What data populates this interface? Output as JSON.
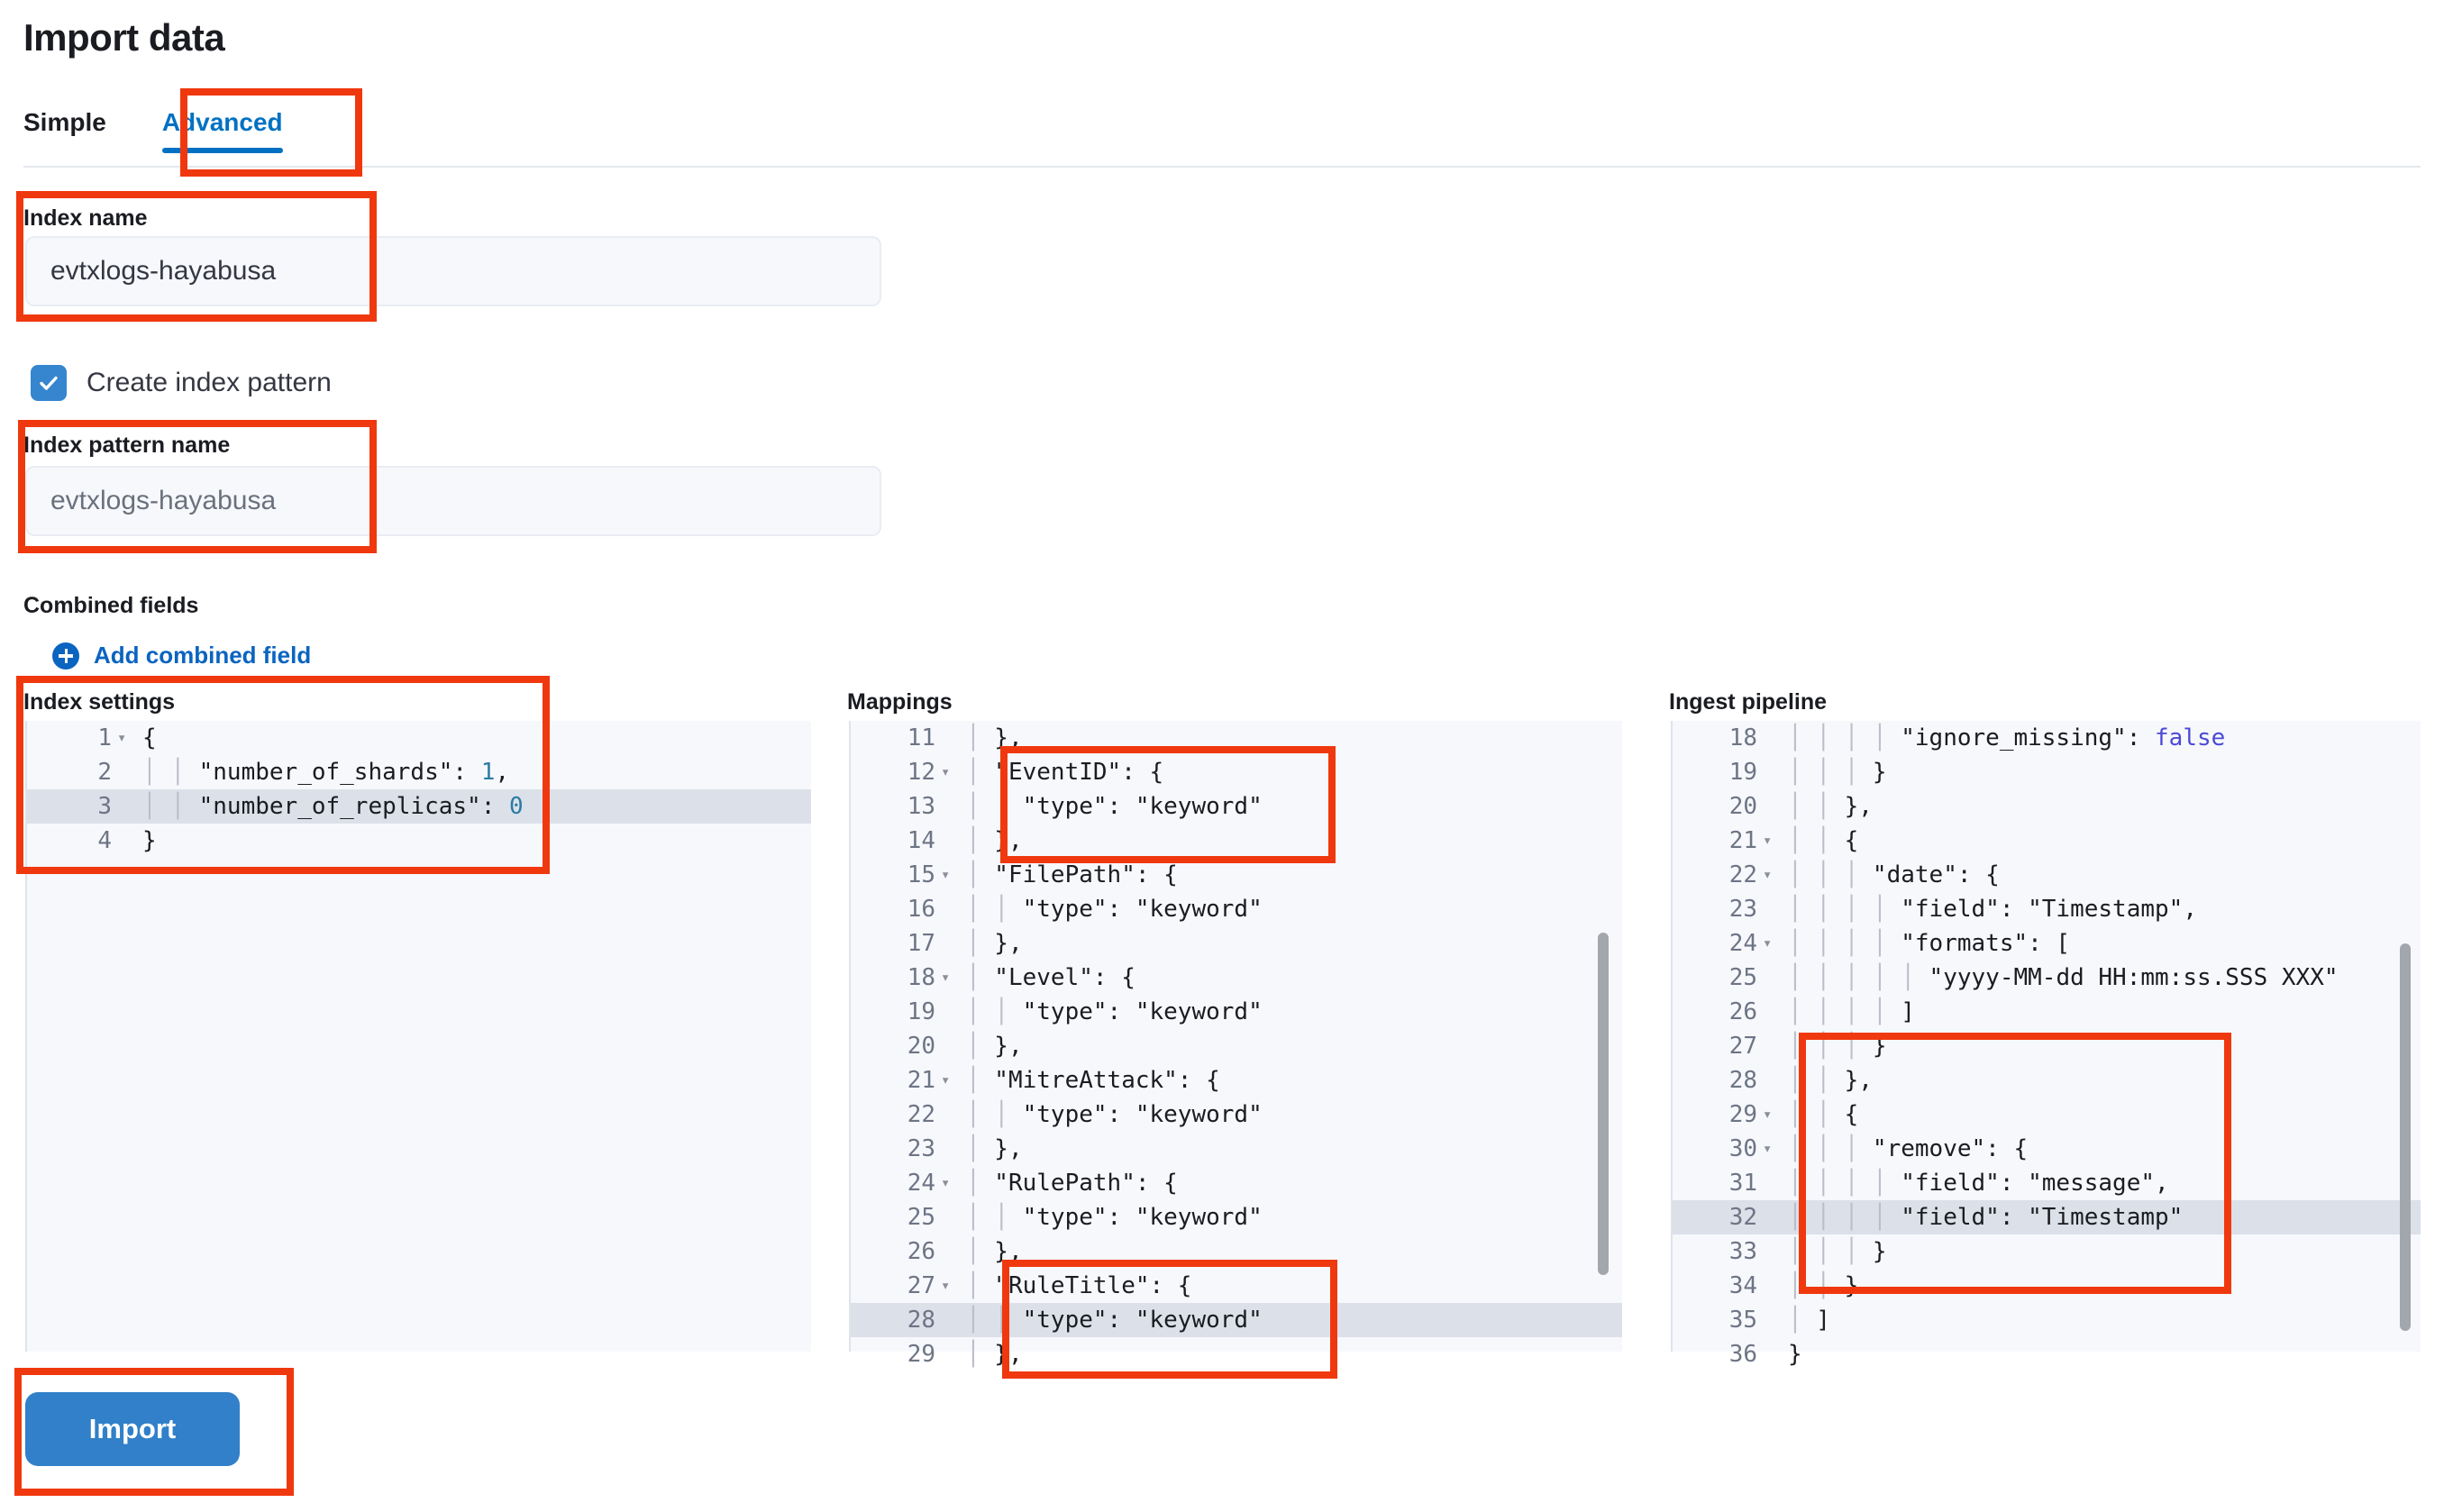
{
  "page": {
    "title": "Import data"
  },
  "tabs": [
    {
      "label": "Simple",
      "active": false
    },
    {
      "label": "Advanced",
      "active": true
    }
  ],
  "fields": {
    "index_name": {
      "label": "Index name",
      "value": "evtxlogs-hayabusa"
    },
    "create_index_pattern": {
      "label": "Create index pattern",
      "checked": true
    },
    "index_pattern_name": {
      "label": "Index pattern name",
      "placeholder": "evtxlogs-hayabusa",
      "value": ""
    }
  },
  "combined_fields": {
    "title": "Combined fields",
    "add_link": "Add combined field"
  },
  "editors": {
    "index_settings": {
      "title": "Index settings",
      "first_line": 1,
      "highlight_line": 3,
      "lines": [
        {
          "n": 1,
          "fold": true,
          "text": "{"
        },
        {
          "n": 2,
          "fold": false,
          "text": "    \"number_of_shards\": 1,"
        },
        {
          "n": 3,
          "fold": false,
          "text": "    \"number_of_replicas\": 0"
        },
        {
          "n": 4,
          "fold": false,
          "text": "}"
        }
      ]
    },
    "mappings": {
      "title": "Mappings",
      "first_line": 11,
      "highlight_line": 28,
      "lines": [
        {
          "n": 11,
          "fold": false,
          "text": "  },"
        },
        {
          "n": 12,
          "fold": true,
          "text": "  \"EventID\": {"
        },
        {
          "n": 13,
          "fold": false,
          "text": "    \"type\": \"keyword\""
        },
        {
          "n": 14,
          "fold": false,
          "text": "  },"
        },
        {
          "n": 15,
          "fold": true,
          "text": "  \"FilePath\": {"
        },
        {
          "n": 16,
          "fold": false,
          "text": "    \"type\": \"keyword\""
        },
        {
          "n": 17,
          "fold": false,
          "text": "  },"
        },
        {
          "n": 18,
          "fold": true,
          "text": "  \"Level\": {"
        },
        {
          "n": 19,
          "fold": false,
          "text": "    \"type\": \"keyword\""
        },
        {
          "n": 20,
          "fold": false,
          "text": "  },"
        },
        {
          "n": 21,
          "fold": true,
          "text": "  \"MitreAttack\": {"
        },
        {
          "n": 22,
          "fold": false,
          "text": "    \"type\": \"keyword\""
        },
        {
          "n": 23,
          "fold": false,
          "text": "  },"
        },
        {
          "n": 24,
          "fold": true,
          "text": "  \"RulePath\": {"
        },
        {
          "n": 25,
          "fold": false,
          "text": "    \"type\": \"keyword\""
        },
        {
          "n": 26,
          "fold": false,
          "text": "  },"
        },
        {
          "n": 27,
          "fold": true,
          "text": "  \"RuleTitle\": {"
        },
        {
          "n": 28,
          "fold": false,
          "text": "    \"type\": \"keyword\""
        },
        {
          "n": 29,
          "fold": false,
          "text": "  },"
        }
      ]
    },
    "ingest_pipeline": {
      "title": "Ingest pipeline",
      "first_line": 18,
      "highlight_line": 32,
      "lines": [
        {
          "n": 18,
          "fold": false,
          "text": "        \"ignore_missing\": false"
        },
        {
          "n": 19,
          "fold": false,
          "text": "      }"
        },
        {
          "n": 20,
          "fold": false,
          "text": "    },"
        },
        {
          "n": 21,
          "fold": true,
          "text": "    {"
        },
        {
          "n": 22,
          "fold": true,
          "text": "      \"date\": {"
        },
        {
          "n": 23,
          "fold": false,
          "text": "        \"field\": \"Timestamp\","
        },
        {
          "n": 24,
          "fold": true,
          "text": "        \"formats\": ["
        },
        {
          "n": 25,
          "fold": false,
          "text": "          \"yyyy-MM-dd HH:mm:ss.SSS XXX\""
        },
        {
          "n": 26,
          "fold": false,
          "text": "        ]"
        },
        {
          "n": 27,
          "fold": false,
          "text": "      }"
        },
        {
          "n": 28,
          "fold": false,
          "text": "    },"
        },
        {
          "n": 29,
          "fold": true,
          "text": "    {"
        },
        {
          "n": 30,
          "fold": true,
          "text": "      \"remove\": {"
        },
        {
          "n": 31,
          "fold": false,
          "text": "        \"field\": \"message\","
        },
        {
          "n": 32,
          "fold": false,
          "text": "        \"field\": \"Timestamp\""
        },
        {
          "n": 33,
          "fold": false,
          "text": "      }"
        },
        {
          "n": 34,
          "fold": false,
          "text": "    }"
        },
        {
          "n": 35,
          "fold": false,
          "text": "  ]"
        },
        {
          "n": 36,
          "fold": false,
          "text": "}"
        }
      ]
    }
  },
  "actions": {
    "import_label": "Import"
  },
  "colors": {
    "accent_blue": "#0071c2",
    "button_blue": "#3180c9",
    "annotation_red": "#f0380f",
    "code_key": "#2a7ca3",
    "code_string": "#1d7324",
    "code_bool": "#4b49d6"
  }
}
